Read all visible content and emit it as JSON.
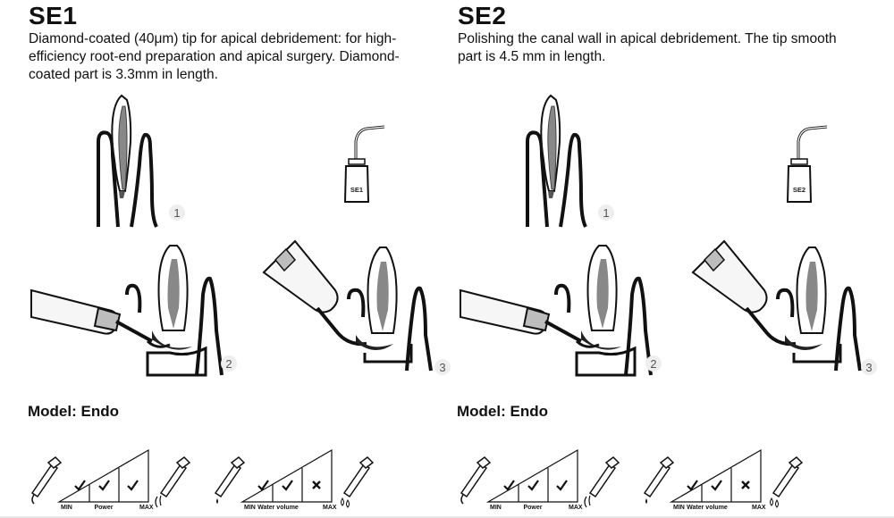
{
  "sections": [
    {
      "code": "SE1",
      "description": "Diamond-coated (40μm) tip for apical debridement: for high-efficiency root-end preparation and apical surgery. Diamond-coated part is 3.3mm in length.",
      "tip_label": "SE1",
      "step_numbers": [
        "1",
        "2",
        "3"
      ],
      "model": "Model: Endo",
      "power_scale": {
        "min": "MIN",
        "label": "Power",
        "max": "MAX",
        "marks": [
          "check",
          "check",
          "check"
        ]
      },
      "water_scale": {
        "min": "MIN",
        "label": "Water volume",
        "max": "MAX",
        "marks": [
          "check",
          "check",
          "cross"
        ]
      }
    },
    {
      "code": "SE2",
      "description": "Polishing the canal wall in apical debridement. The tip smooth part is 4.5 mm in length.",
      "tip_label": "SE2",
      "step_numbers": [
        "1",
        "2",
        "3"
      ],
      "model": "Model: Endo",
      "power_scale": {
        "min": "MIN",
        "label": "Power",
        "max": "MAX",
        "marks": [
          "check",
          "check",
          "check"
        ]
      },
      "water_scale": {
        "min": "MIN",
        "label": "Water volume",
        "max": "MAX",
        "marks": [
          "check",
          "check",
          "cross"
        ]
      }
    }
  ],
  "icons": {
    "step1": "tooth-with-root-lesion-icon",
    "tip": "ultrasonic-tip-icon",
    "step2": "handpiece-approaching-root-icon",
    "step3": "handpiece-debriding-root-icon",
    "scale_start": "handpiece-min-icon",
    "power_max": "handpiece-vibration-icon",
    "water_max": "handpiece-water-drops-icon"
  }
}
